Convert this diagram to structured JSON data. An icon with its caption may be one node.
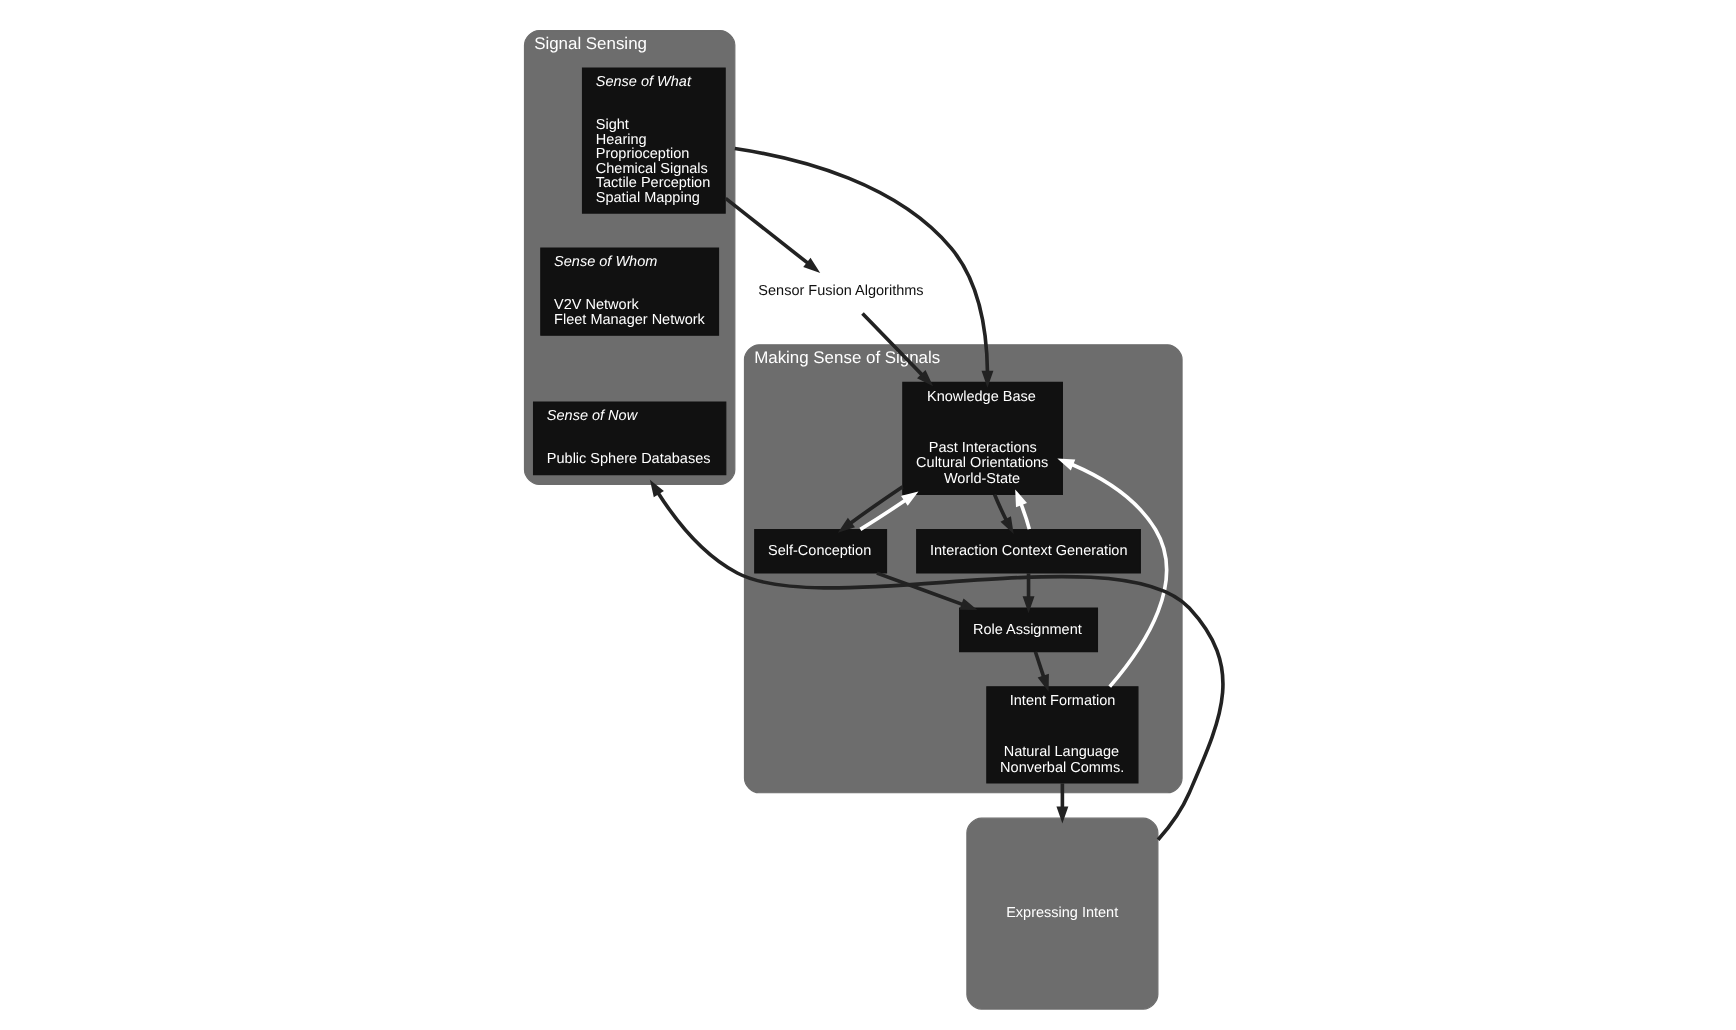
{
  "diagram": {
    "nodes": [
      {
        "text": [
          "Signal Sensing"
        ]
      },
      {
        "text": [
          "Sense of What",
          "Sight",
          "Hearing",
          "Proprioception",
          "Chemical Signals",
          "Tactile Perception",
          "Spatial Mapping"
        ],
        "in": 0
      },
      {
        "text": [
          "Sense of Whom",
          "V2V Network",
          "Fleet Manager Network"
        ],
        "in": 0
      },
      {
        "text": [
          "Sense of Now",
          "Public Sphere Databases"
        ],
        "in": 0
      },
      {
        "text": [
          "Sensor Fusion Algorithms"
        ]
      },
      {
        "text": [
          "Making Sense of Signals"
        ]
      },
      {
        "text": [
          "Knowledge Base",
          "Past Interactions",
          "Cultural Orientations",
          "World-State"
        ],
        "in": 5
      },
      {
        "text": [
          "Self-Conception"
        ],
        "in": 5
      },
      {
        "text": [
          "Interaction Context Generation"
        ],
        "in": 5
      },
      {
        "text": [
          "Role Assignment"
        ],
        "in": 5
      },
      {
        "text": [
          "Intent Formation",
          "Natural Language",
          "Nonverbal Comms."
        ],
        "in": 5
      },
      {
        "text": [
          "Expressing Intent"
        ]
      }
    ],
    "edges": [
      {
        "from": 1,
        "to": 4,
        "arrow": "to"
      },
      {
        "from": 4,
        "to": 6,
        "arrow": "to"
      },
      {
        "from": 0,
        "to": 6,
        "arrow": "to"
      },
      {
        "from": 6,
        "to": 7,
        "arrow": "to"
      },
      {
        "from": 7,
        "to": 6,
        "arrow": "to",
        "color": "#ffffff"
      },
      {
        "from": 6,
        "to": 8,
        "arrow": "to"
      },
      {
        "from": 8,
        "to": 6,
        "arrow": "to",
        "color": "#ffffff"
      },
      {
        "from": 7,
        "to": 9,
        "arrow": "to"
      },
      {
        "from": 8,
        "to": 9,
        "arrow": "to"
      },
      {
        "from": 9,
        "to": 10,
        "arrow": "to"
      },
      {
        "from": 10,
        "to": 6,
        "arrow": "to",
        "color": "#ffffff"
      },
      {
        "from": 10,
        "to": 11,
        "arrow": "to"
      },
      {
        "from": 11,
        "to": 0,
        "arrow": "to"
      }
    ]
  }
}
